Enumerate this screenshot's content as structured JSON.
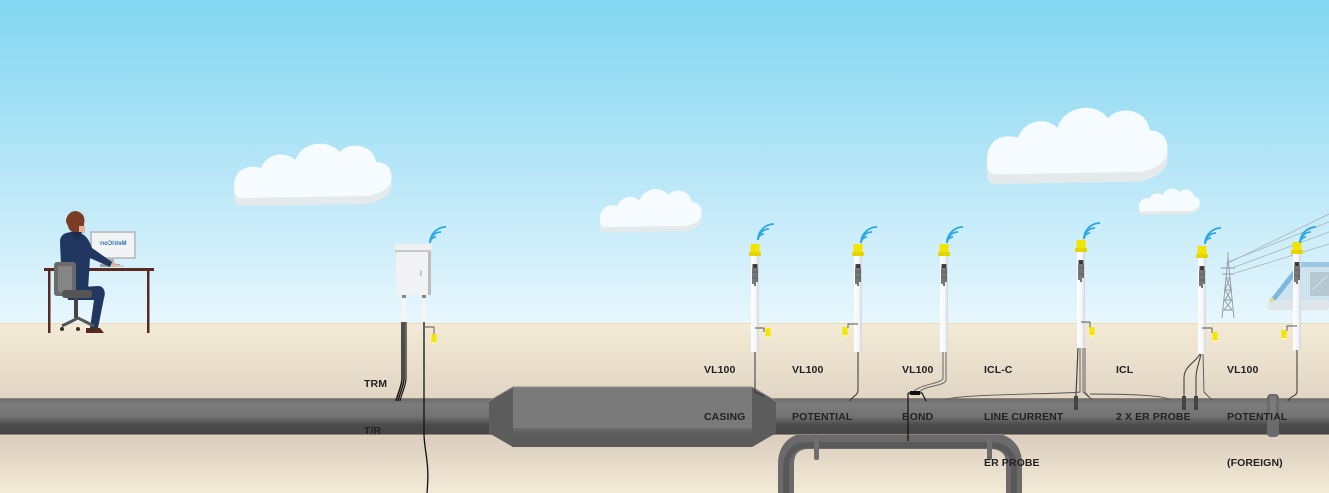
{
  "scene": {
    "title": "Remote cathodic protection monitoring pipeline diagram",
    "colors": {
      "sky_top": "#82d6f0",
      "sky_bottom": "#e6f6fd",
      "ground_top": "#f3ebd6",
      "ground_mid": "#ddd0c0",
      "pipe_light": "#7c7c7c",
      "pipe_dark": "#484848",
      "probe_cap": "#f3e400",
      "wifi": "#2ea8e4",
      "reference_electrode": "#f5e600"
    }
  },
  "operator": {
    "description": "Operator at desk monitoring on computer",
    "monitor_logo": "MetriCorr"
  },
  "devices": [
    {
      "id": "trm",
      "label_lines": [
        "TRM",
        "T/R"
      ],
      "type": "cabinet"
    },
    {
      "id": "vl100-casing",
      "label_lines": [
        "VL100",
        "CASING"
      ],
      "type": "post"
    },
    {
      "id": "vl100-potential",
      "label_lines": [
        "VL100",
        "POTENTIAL"
      ],
      "type": "post"
    },
    {
      "id": "vl100-bond",
      "label_lines": [
        "VL100",
        "BOND"
      ],
      "type": "post"
    },
    {
      "id": "icl-c",
      "label_lines": [
        "ICL-C",
        "LINE CURRENT",
        "ER PROBE"
      ],
      "type": "post"
    },
    {
      "id": "icl",
      "label_lines": [
        "ICL",
        "2 X ER PROBE"
      ],
      "type": "post"
    },
    {
      "id": "vl100-potential-foreign",
      "label_lines": [
        "VL100",
        "POTENTIAL",
        "(FOREIGN)"
      ],
      "type": "post"
    }
  ],
  "icons": {
    "wireless": "wifi-signal-icon",
    "tower": "power-transmission-tower-icon",
    "building": "station-building-icon"
  }
}
